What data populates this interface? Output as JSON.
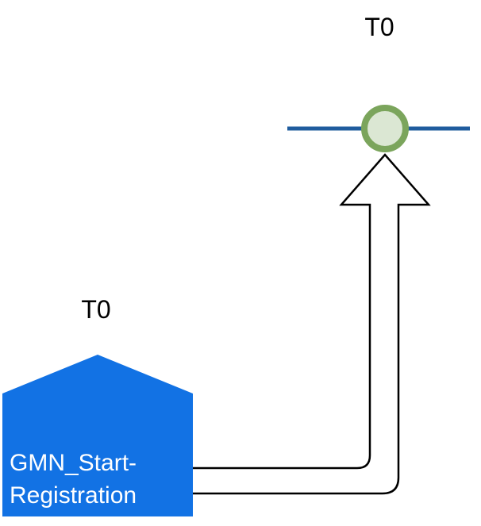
{
  "diagram": {
    "timeline_event": {
      "label": "T0"
    },
    "start_task": {
      "label": "T0",
      "name_line1": "GMN_Start-",
      "name_line2": "Registration"
    }
  },
  "colors": {
    "task_fill": "#1272e4",
    "timeline_line": "#1f5c9e",
    "event_fill": "#dbe7d3",
    "event_stroke": "#7ba55c",
    "arrow_fill": "#ffffff",
    "arrow_stroke": "#000000",
    "label_color": "#000000",
    "task_text_color": "#ffffff"
  }
}
